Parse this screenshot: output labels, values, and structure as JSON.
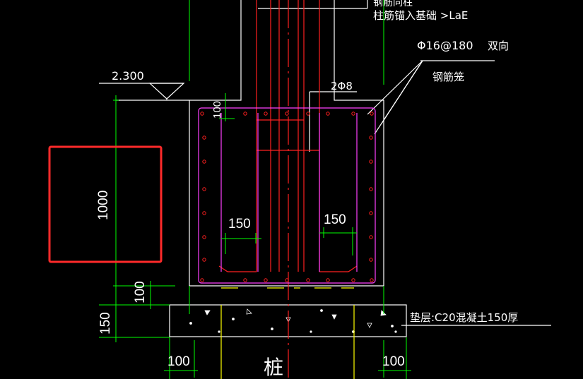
{
  "drawing": {
    "labels": {
      "top_note_1": "钢筋同柱",
      "top_note_2": "柱筋锚入基础 >LaE",
      "rebar_mesh": "Φ16@180",
      "mesh_direction": "双向",
      "rebar_cage": "钢筋笼",
      "stirrup_spec": "2Φ8",
      "elevation": "2.300",
      "cushion_note": "垫层:C20混凝土150厚",
      "pile": "桩"
    },
    "dimensions": {
      "cover_top": "100",
      "cap_height": "1000",
      "inner_left": "150",
      "inner_right": "150",
      "cover_bottom": "100",
      "cushion_thickness": "150",
      "cushion_left": "100",
      "cushion_right": "100"
    },
    "colors": {
      "background": "#000000",
      "outline": "#ffffff",
      "rebar": "#ff2020",
      "cage": "#ff40ff",
      "dimension": "#00ff00",
      "pile": "#ffff00",
      "highlight": "#ff2a2a"
    }
  }
}
